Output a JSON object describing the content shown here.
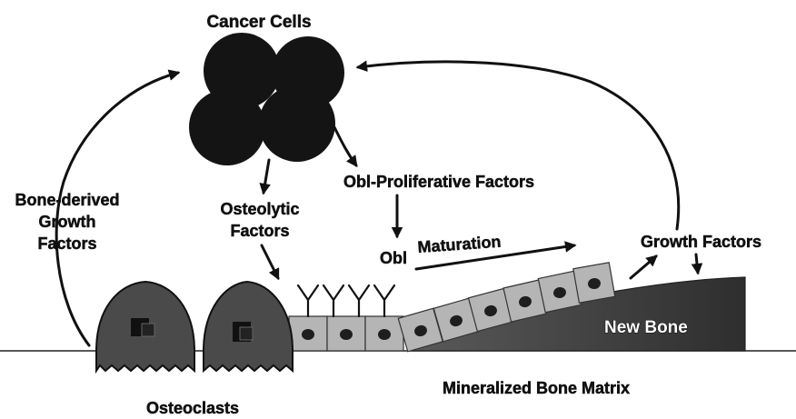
{
  "labels": {
    "cancer_cells": "Cancer Cells",
    "obl_proliferative": "Obl-Proliferative Factors",
    "bone_derived": [
      "Bone-derived",
      "Growth",
      "Factors"
    ],
    "osteolytic": [
      "Osteolytic",
      "Factors"
    ],
    "obl": "Obl",
    "maturation": "Maturation",
    "growth_factors": "Growth Factors",
    "new_bone": "New Bone",
    "osteoclasts": "Osteoclasts",
    "mineralized_matrix": "Mineralized Bone Matrix"
  },
  "colors": {
    "cancer_cell": "#141414",
    "osteoclast": "#4a4a4a",
    "osteoblast": "#b5b5b5",
    "nucleus": "#1e1e1e",
    "new_bone": "#3c3c3c",
    "arrow": "#111111"
  }
}
